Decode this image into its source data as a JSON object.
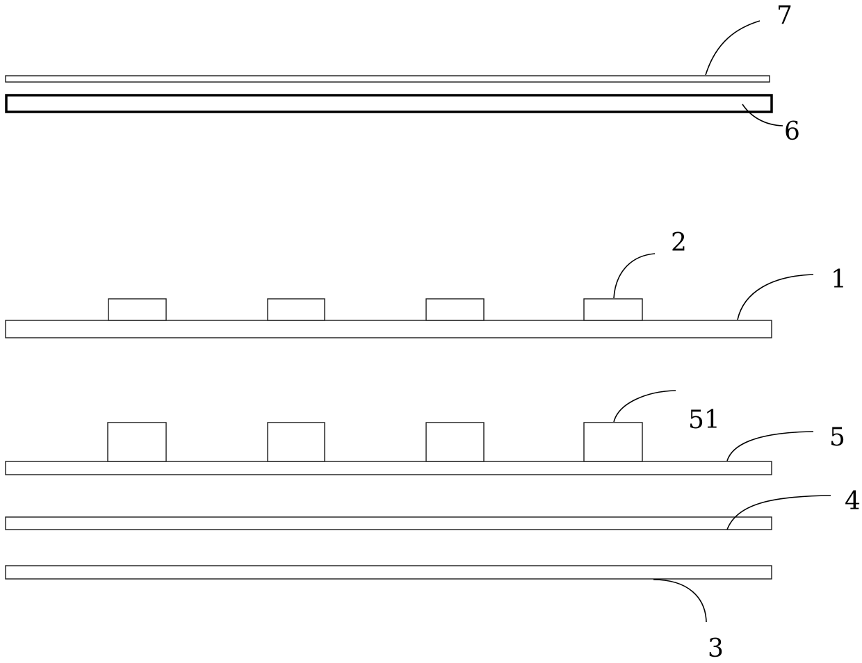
{
  "diagram": {
    "labels": {
      "layer_7": "7",
      "layer_6": "6",
      "bumps_2": "2",
      "layer_1": "1",
      "bumps_51": "51",
      "layer_5": "5",
      "layer_4": "4",
      "layer_3": "3"
    },
    "colors": {
      "stroke": "#000000",
      "fill": "#ffffff"
    }
  }
}
